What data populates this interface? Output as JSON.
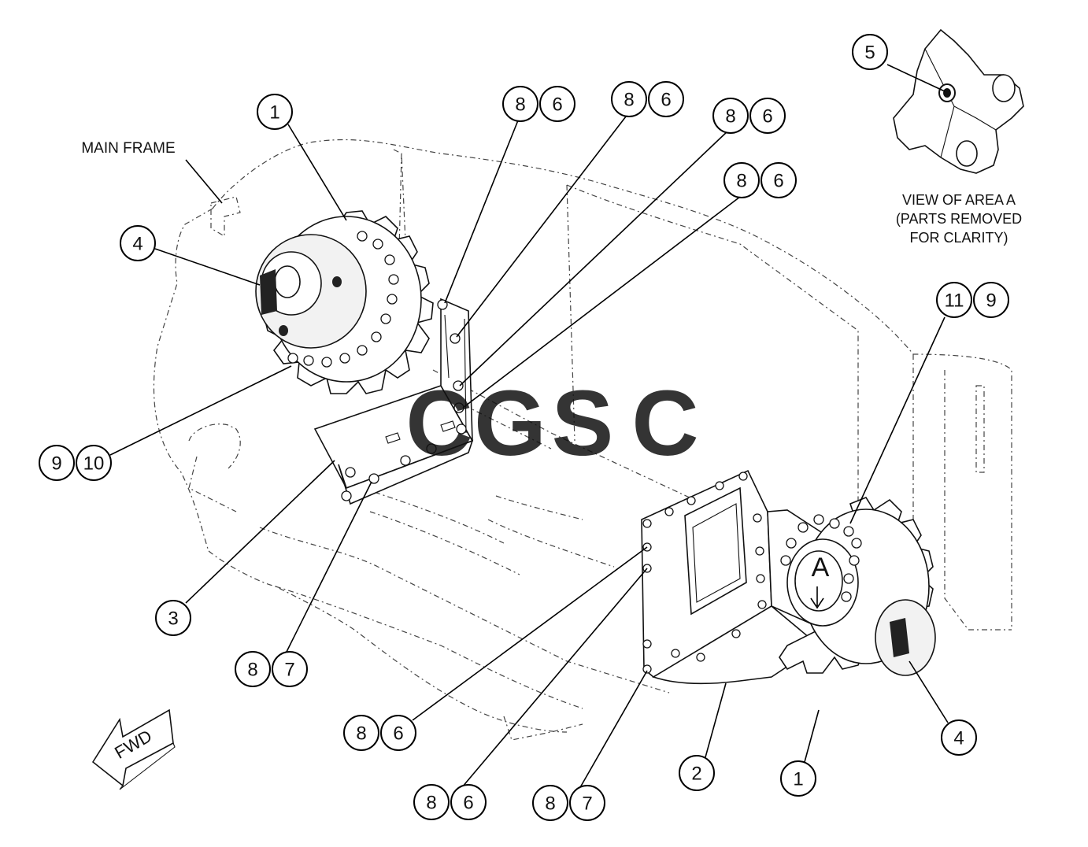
{
  "labels": {
    "main_frame": "MAIN FRAME",
    "view_line1": "VIEW OF AREA A",
    "view_line2": "(PARTS REMOVED",
    "view_line3": "FOR CLARITY)",
    "fwd": "FWD",
    "area_letter": "A"
  },
  "callouts": [
    {
      "id": "c1-top",
      "parts": [
        "1"
      ]
    },
    {
      "id": "c4-left",
      "parts": [
        "4"
      ]
    },
    {
      "id": "c9-10",
      "parts": [
        "9",
        "10"
      ]
    },
    {
      "id": "c8-6-a",
      "parts": [
        "8",
        "6"
      ]
    },
    {
      "id": "c8-6-b",
      "parts": [
        "8",
        "6"
      ]
    },
    {
      "id": "c8-6-c",
      "parts": [
        "8",
        "6"
      ]
    },
    {
      "id": "c8-6-d",
      "parts": [
        "8",
        "6"
      ]
    },
    {
      "id": "c5",
      "parts": [
        "5"
      ]
    },
    {
      "id": "c11-9",
      "parts": [
        "11",
        "9"
      ]
    },
    {
      "id": "c3",
      "parts": [
        "3"
      ]
    },
    {
      "id": "c8-7-left",
      "parts": [
        "8",
        "7"
      ]
    },
    {
      "id": "c8-6-e",
      "parts": [
        "8",
        "6"
      ]
    },
    {
      "id": "c8-6-f",
      "parts": [
        "8",
        "6"
      ]
    },
    {
      "id": "c8-7-bottom",
      "parts": [
        "8",
        "7"
      ]
    },
    {
      "id": "c2",
      "parts": [
        "2"
      ]
    },
    {
      "id": "c1-bottom",
      "parts": [
        "1"
      ]
    },
    {
      "id": "c4-right",
      "parts": [
        "4"
      ]
    }
  ],
  "watermark": {
    "text": "CGSC",
    "colors": [
      "#4f8df7",
      "#f07f7f",
      "#f5d04a",
      "#5fb08a"
    ]
  }
}
